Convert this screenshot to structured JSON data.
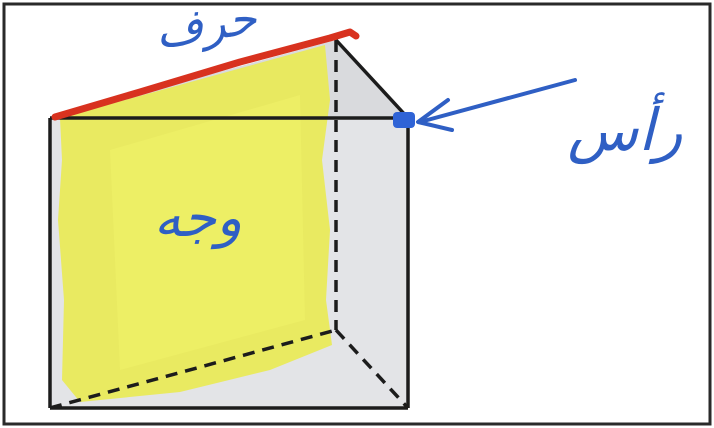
{
  "labels": {
    "edge": "حرف",
    "vertex": "رأس",
    "face": "وجه"
  },
  "colors": {
    "edge_highlight": "#d8321f",
    "face_fill": "#e9ea4f",
    "annotation_ink": "#2f5fc4",
    "solid_edge": "#1c1c1c",
    "hidden_edge": "#1c1c1c",
    "prism_shade": "#d4d6d9"
  },
  "figure": {
    "kind": "triangular-prism"
  }
}
